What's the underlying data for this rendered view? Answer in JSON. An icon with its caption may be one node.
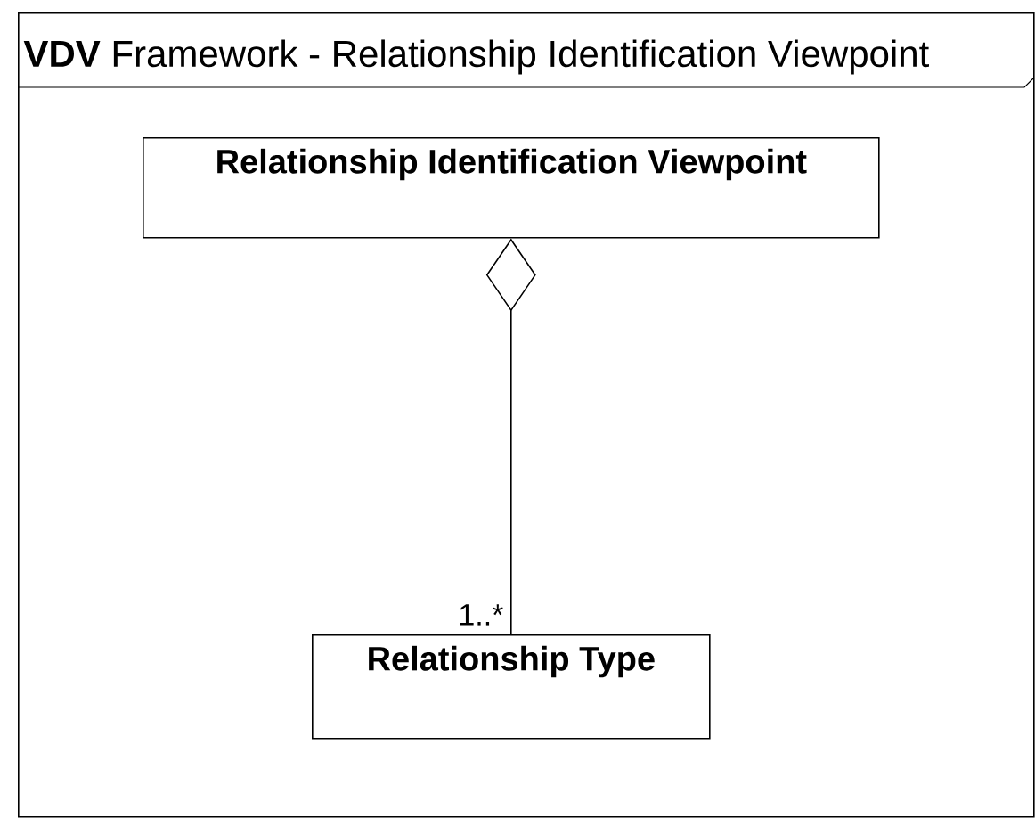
{
  "diagram": {
    "nodes": [
      {
        "text": [
          "**VDV** Framework - Relationship Identification Viewpoint"
        ]
      },
      {
        "text": [
          "Relationship Identification Viewpoint"
        ],
        "in": 0
      },
      {
        "text": [
          "Relationship Type"
        ],
        "in": 0
      }
    ],
    "edges": [
      {
        "from": 1,
        "to": 2,
        "arrow": "other",
        "label": "1..*"
      }
    ]
  }
}
